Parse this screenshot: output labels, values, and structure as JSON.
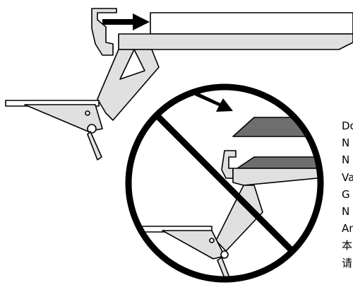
{
  "colors": {
    "ink": "#000000",
    "paper": "#ffffff",
    "metal_fill": "#e0e0e0",
    "shelf_fill": "#6e6e6e"
  },
  "icons": {
    "arrow": "right-arrow-icon",
    "prohibition": "prohibited-icon"
  },
  "labels": [
    "Do",
    "N",
    "N",
    "Va",
    "G",
    "N",
    "An",
    "本",
    "请"
  ]
}
